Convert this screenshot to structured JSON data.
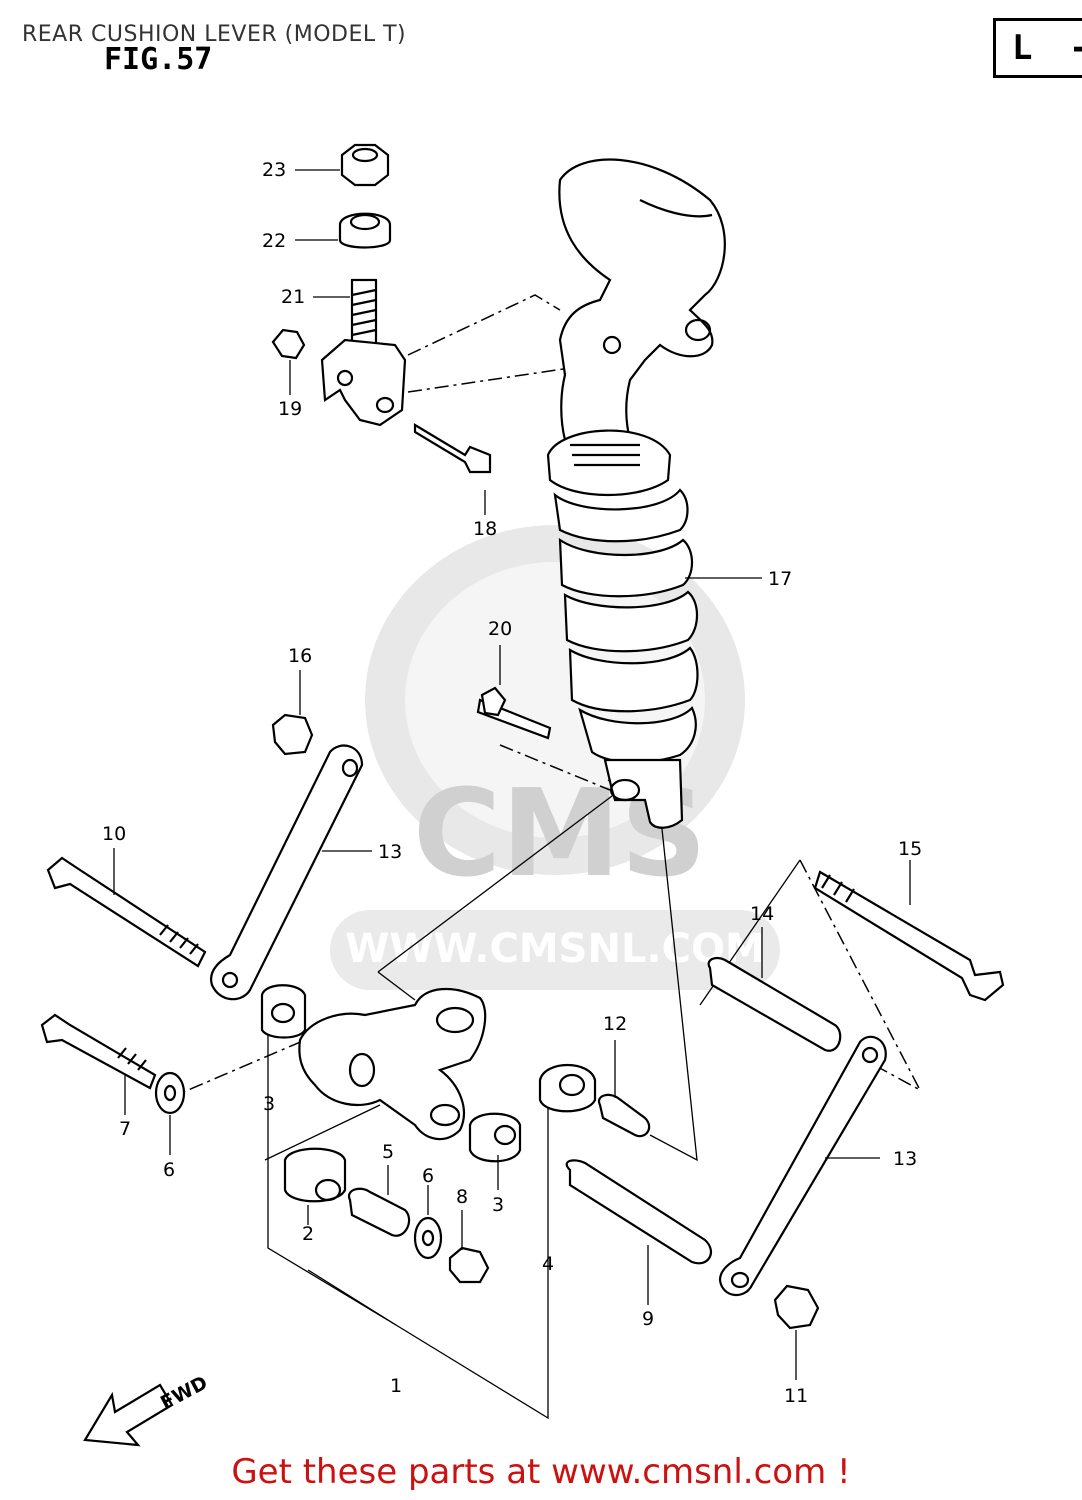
{
  "header": {
    "title": "REAR CUSHION LEVER (MODEL T)",
    "figure": "FIG.57",
    "page_code": "L -"
  },
  "watermark": {
    "text": "CMS",
    "url": "WWW.CMSNL.COM"
  },
  "direction": {
    "label": "FWD"
  },
  "callouts": [
    "23",
    "22",
    "21",
    "19",
    "18",
    "17",
    "20",
    "16",
    "10",
    "13",
    "15",
    "14",
    "7",
    "6",
    "3",
    "12",
    "5",
    "6",
    "8",
    "3",
    "2",
    "4",
    "9",
    "13",
    "1",
    "11"
  ],
  "footer": {
    "text": "Get these parts at www.cmsnl.com !",
    "color": "#cc1111"
  }
}
